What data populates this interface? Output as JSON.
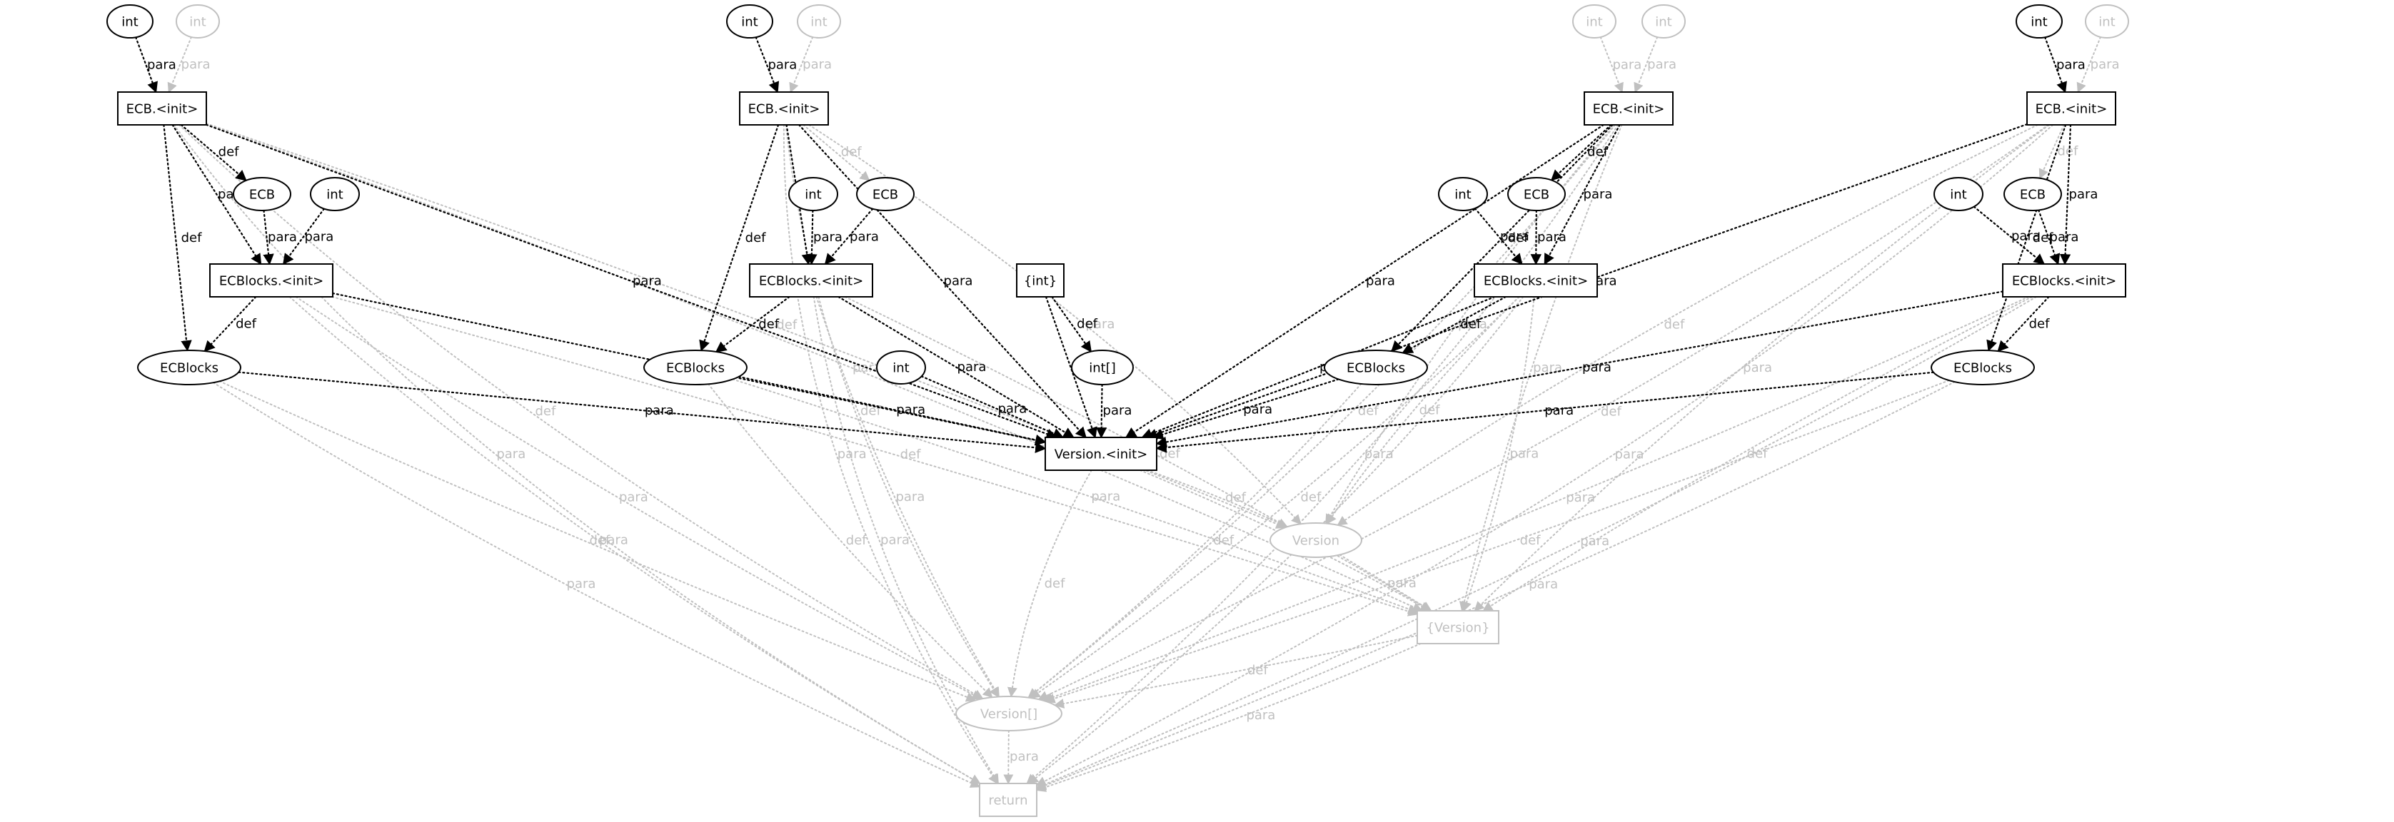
{
  "colors": {
    "active": "#000000",
    "faded": "#c0c0c0"
  },
  "nodes": [
    {
      "id": "n_int_a1",
      "label": "int",
      "shape": "ellipse",
      "faded": false
    },
    {
      "id": "n_int_a2",
      "label": "int",
      "shape": "ellipse",
      "faded": true
    },
    {
      "id": "n_int_b1",
      "label": "int",
      "shape": "ellipse",
      "faded": false
    },
    {
      "id": "n_int_b2",
      "label": "int",
      "shape": "ellipse",
      "faded": true
    },
    {
      "id": "n_int_c1",
      "label": "int",
      "shape": "ellipse",
      "faded": true
    },
    {
      "id": "n_int_c2",
      "label": "int",
      "shape": "ellipse",
      "faded": true
    },
    {
      "id": "n_int_d1",
      "label": "int",
      "shape": "ellipse",
      "faded": false
    },
    {
      "id": "n_int_d2",
      "label": "int",
      "shape": "ellipse",
      "faded": true
    },
    {
      "id": "n_ecbinit_a",
      "label": "ECB.<init>",
      "shape": "box",
      "faded": false
    },
    {
      "id": "n_ecbinit_b",
      "label": "ECB.<init>",
      "shape": "box",
      "faded": false
    },
    {
      "id": "n_ecbinit_c",
      "label": "ECB.<init>",
      "shape": "box",
      "faded": false
    },
    {
      "id": "n_ecbinit_d",
      "label": "ECB.<init>",
      "shape": "box",
      "faded": false
    },
    {
      "id": "n_ecb_a",
      "label": "ECB",
      "shape": "ellipse",
      "faded": false
    },
    {
      "id": "n_int_a3",
      "label": "int",
      "shape": "ellipse",
      "faded": false
    },
    {
      "id": "n_int_b3",
      "label": "int",
      "shape": "ellipse",
      "faded": false
    },
    {
      "id": "n_ecb_b",
      "label": "ECB",
      "shape": "ellipse",
      "faded": false
    },
    {
      "id": "n_int_c3",
      "label": "int",
      "shape": "ellipse",
      "faded": false
    },
    {
      "id": "n_ecb_c",
      "label": "ECB",
      "shape": "ellipse",
      "faded": false
    },
    {
      "id": "n_int_d3",
      "label": "int",
      "shape": "ellipse",
      "faded": false
    },
    {
      "id": "n_ecb_d",
      "label": "ECB",
      "shape": "ellipse",
      "faded": false
    },
    {
      "id": "n_ecbblinit_a",
      "label": "ECBlocks.<init>",
      "shape": "box",
      "faded": false
    },
    {
      "id": "n_ecbblinit_b",
      "label": "ECBlocks.<init>",
      "shape": "box",
      "faded": false
    },
    {
      "id": "n_intset",
      "label": "{int}",
      "shape": "box",
      "faded": false
    },
    {
      "id": "n_ecbblinit_c",
      "label": "ECBlocks.<init>",
      "shape": "box",
      "faded": false
    },
    {
      "id": "n_ecbblinit_d",
      "label": "ECBlocks.<init>",
      "shape": "box",
      "faded": false
    },
    {
      "id": "n_ecbl_a",
      "label": "ECBlocks",
      "shape": "ellipse",
      "faded": false
    },
    {
      "id": "n_ecbl_b",
      "label": "ECBlocks",
      "shape": "ellipse",
      "faded": false
    },
    {
      "id": "n_int_e",
      "label": "int",
      "shape": "ellipse",
      "faded": false
    },
    {
      "id": "n_intarr",
      "label": "int[]",
      "shape": "ellipse",
      "faded": false
    },
    {
      "id": "n_ecbl_c",
      "label": "ECBlocks",
      "shape": "ellipse",
      "faded": false
    },
    {
      "id": "n_ecbl_d",
      "label": "ECBlocks",
      "shape": "ellipse",
      "faded": false
    },
    {
      "id": "n_versioninit",
      "label": "Version.<init>",
      "shape": "box",
      "faded": false
    },
    {
      "id": "n_version",
      "label": "Version",
      "shape": "ellipse",
      "faded": true
    },
    {
      "id": "n_versionset",
      "label": "{Version}",
      "shape": "box",
      "faded": true
    },
    {
      "id": "n_versionarr",
      "label": "Version[]",
      "shape": "ellipse",
      "faded": true
    },
    {
      "id": "n_return",
      "label": "return",
      "shape": "box",
      "faded": true
    }
  ],
  "edges": [
    {
      "from": "n_int_a1",
      "to": "n_ecbinit_a",
      "label": "para",
      "faded": false
    },
    {
      "from": "n_int_a2",
      "to": "n_ecbinit_a",
      "label": "para",
      "faded": true
    },
    {
      "from": "n_ecbinit_a",
      "to": "n_ecb_a",
      "label": "def",
      "faded": false
    },
    {
      "from": "n_ecbinit_a",
      "to": "n_ecbblinit_a",
      "label": "para",
      "faded": false
    },
    {
      "from": "n_ecbinit_a",
      "to": "n_ecbl_a",
      "label": "def",
      "faded": false
    },
    {
      "from": "n_ecbinit_a",
      "to": "n_versioninit",
      "label": "para",
      "faded": false
    },
    {
      "from": "n_ecb_a",
      "to": "n_ecbblinit_a",
      "label": "para",
      "faded": false
    },
    {
      "from": "n_int_a3",
      "to": "n_ecbblinit_a",
      "label": "para",
      "faded": false
    },
    {
      "from": "n_ecbblinit_a",
      "to": "n_ecbl_a",
      "label": "def",
      "faded": false
    },
    {
      "from": "n_ecbblinit_a",
      "to": "n_versioninit",
      "label": "para",
      "faded": false
    },
    {
      "from": "n_ecbl_a",
      "to": "n_versioninit",
      "label": "para",
      "faded": false
    },
    {
      "from": "n_int_b1",
      "to": "n_ecbinit_b",
      "label": "para",
      "faded": false
    },
    {
      "from": "n_int_b2",
      "to": "n_ecbinit_b",
      "label": "para",
      "faded": true
    },
    {
      "from": "n_ecbinit_b",
      "to": "n_ecb_b",
      "label": "def",
      "faded": true
    },
    {
      "from": "n_ecbinit_b",
      "to": "n_ecbblinit_b",
      "label": "para",
      "faded": false
    },
    {
      "from": "n_ecbinit_b",
      "to": "n_ecbl_b",
      "label": "def",
      "faded": false
    },
    {
      "from": "n_ecbinit_b",
      "to": "n_versioninit",
      "label": "para",
      "faded": false
    },
    {
      "from": "n_int_b3",
      "to": "n_ecbblinit_b",
      "label": "para",
      "faded": false
    },
    {
      "from": "n_ecb_b",
      "to": "n_ecbblinit_b",
      "label": "para",
      "faded": false
    },
    {
      "from": "n_ecbblinit_b",
      "to": "n_ecbl_b",
      "label": "def",
      "faded": false
    },
    {
      "from": "n_ecbblinit_b",
      "to": "n_versioninit",
      "label": "para",
      "faded": false
    },
    {
      "from": "n_ecbl_b",
      "to": "n_versioninit",
      "label": "para",
      "faded": false
    },
    {
      "from": "n_intset",
      "to": "n_intarr",
      "label": "def",
      "faded": false
    },
    {
      "from": "n_intset",
      "to": "n_versioninit",
      "label": "para",
      "faded": false
    },
    {
      "from": "n_intarr",
      "to": "n_versioninit",
      "label": "para",
      "faded": false
    },
    {
      "from": "n_int_e",
      "to": "n_versioninit",
      "label": "para",
      "faded": false
    },
    {
      "from": "n_int_c1",
      "to": "n_ecbinit_c",
      "label": "para",
      "faded": true
    },
    {
      "from": "n_int_c2",
      "to": "n_ecbinit_c",
      "label": "para",
      "faded": true
    },
    {
      "from": "n_ecbinit_c",
      "to": "n_ecb_c",
      "label": "def",
      "faded": false
    },
    {
      "from": "n_ecbinit_c",
      "to": "n_ecbblinit_c",
      "label": "para",
      "faded": false
    },
    {
      "from": "n_ecbinit_c",
      "to": "n_ecbl_c",
      "label": "def",
      "faded": false
    },
    {
      "from": "n_ecbinit_c",
      "to": "n_versioninit",
      "label": "para",
      "faded": false
    },
    {
      "from": "n_int_c3",
      "to": "n_ecbblinit_c",
      "label": "para",
      "faded": false
    },
    {
      "from": "n_ecb_c",
      "to": "n_ecbblinit_c",
      "label": "para",
      "faded": false
    },
    {
      "from": "n_ecbblinit_c",
      "to": "n_ecbl_c",
      "label": "def",
      "faded": false
    },
    {
      "from": "n_ecbblinit_c",
      "to": "n_versioninit",
      "label": "para",
      "faded": false
    },
    {
      "from": "n_ecbl_c",
      "to": "n_versioninit",
      "label": "para",
      "faded": false
    },
    {
      "from": "n_int_d1",
      "to": "n_ecbinit_d",
      "label": "para",
      "faded": false
    },
    {
      "from": "n_int_d2",
      "to": "n_ecbinit_d",
      "label": "para",
      "faded": true
    },
    {
      "from": "n_ecbinit_d",
      "to": "n_ecb_d",
      "label": "def",
      "faded": true
    },
    {
      "from": "n_ecbinit_d",
      "to": "n_ecbblinit_d",
      "label": "para",
      "faded": false
    },
    {
      "from": "n_ecbinit_d",
      "to": "n_ecbl_d",
      "label": "def",
      "faded": false
    },
    {
      "from": "n_ecbinit_d",
      "to": "n_versioninit",
      "label": "para",
      "faded": false
    },
    {
      "from": "n_int_d3",
      "to": "n_ecbblinit_d",
      "label": "para",
      "faded": false
    },
    {
      "from": "n_ecb_d",
      "to": "n_ecbblinit_d",
      "label": "para",
      "faded": false
    },
    {
      "from": "n_ecbblinit_d",
      "to": "n_ecbl_d",
      "label": "def",
      "faded": false
    },
    {
      "from": "n_ecbblinit_d",
      "to": "n_versioninit",
      "label": "para",
      "faded": false
    },
    {
      "from": "n_ecbl_d",
      "to": "n_versioninit",
      "label": "para",
      "faded": false
    },
    {
      "from": "n_versioninit",
      "to": "n_version",
      "label": "def",
      "faded": true
    },
    {
      "from": "n_versioninit",
      "to": "n_versionarr",
      "label": "def",
      "faded": true
    },
    {
      "from": "n_versioninit",
      "to": "n_versionset",
      "label": "para",
      "faded": true
    },
    {
      "from": "n_version",
      "to": "n_versionset",
      "label": "para",
      "faded": true
    },
    {
      "from": "n_versionset",
      "to": "n_versionarr",
      "label": "def",
      "faded": true
    },
    {
      "from": "n_versionset",
      "to": "n_return",
      "label": "para",
      "faded": true
    },
    {
      "from": "n_versionarr",
      "to": "n_return",
      "label": "para",
      "faded": true
    },
    {
      "from": "n_ecbinit_a",
      "to": "n_version",
      "label": "def",
      "faded": true
    },
    {
      "from": "n_ecbinit_a",
      "to": "n_versionset",
      "label": "para",
      "faded": true
    },
    {
      "from": "n_ecbinit_a",
      "to": "n_return",
      "label": "para",
      "faded": true
    },
    {
      "from": "n_ecbinit_a",
      "to": "n_versionarr",
      "label": "def",
      "faded": true
    },
    {
      "from": "n_ecbblinit_a",
      "to": "n_versionarr",
      "label": "para",
      "faded": true
    },
    {
      "from": "n_ecbblinit_a",
      "to": "n_return",
      "label": "para",
      "faded": true
    },
    {
      "from": "n_ecbblinit_a",
      "to": "n_versionset",
      "label": "def",
      "faded": true
    },
    {
      "from": "n_ecbl_a",
      "to": "n_return",
      "label": "para",
      "faded": true
    },
    {
      "from": "n_ecbl_a",
      "to": "n_versionarr",
      "label": "def",
      "faded": true
    },
    {
      "from": "n_ecbinit_b",
      "to": "n_return",
      "label": "para",
      "faded": true
    },
    {
      "from": "n_ecbinit_b",
      "to": "n_version",
      "label": "para",
      "faded": true
    },
    {
      "from": "n_ecbinit_b",
      "to": "n_versionarr",
      "label": "def",
      "faded": true
    },
    {
      "from": "n_ecbblinit_b",
      "to": "n_versionarr",
      "label": "para",
      "faded": true
    },
    {
      "from": "n_ecbblinit_b",
      "to": "n_versionset",
      "label": "def",
      "faded": true
    },
    {
      "from": "n_ecbblinit_b",
      "to": "n_return",
      "label": "para",
      "faded": true
    },
    {
      "from": "n_ecbl_b",
      "to": "n_versionarr",
      "label": "def",
      "faded": true
    },
    {
      "from": "n_ecbl_b",
      "to": "n_versionset",
      "label": "para",
      "faded": true
    },
    {
      "from": "n_ecbinit_c",
      "to": "n_version",
      "label": "para",
      "faded": true
    },
    {
      "from": "n_ecbinit_c",
      "to": "n_versionset",
      "label": "para",
      "faded": true
    },
    {
      "from": "n_ecbinit_c",
      "to": "n_return",
      "label": "para",
      "faded": true
    },
    {
      "from": "n_ecbinit_c",
      "to": "n_versionarr",
      "label": "def",
      "faded": true
    },
    {
      "from": "n_ecbblinit_c",
      "to": "n_version",
      "label": "def",
      "faded": true
    },
    {
      "from": "n_ecbblinit_c",
      "to": "n_versionset",
      "label": "para",
      "faded": true
    },
    {
      "from": "n_ecbblinit_c",
      "to": "n_versionarr",
      "label": "def",
      "faded": true
    },
    {
      "from": "n_ecbblinit_c",
      "to": "n_return",
      "label": "para",
      "faded": true
    },
    {
      "from": "n_ecbl_c",
      "to": "n_versionarr",
      "label": "def",
      "faded": true
    },
    {
      "from": "n_ecbinit_d",
      "to": "n_version",
      "label": "def",
      "faded": true
    },
    {
      "from": "n_ecbinit_d",
      "to": "n_versionset",
      "label": "para",
      "faded": true
    },
    {
      "from": "n_ecbinit_d",
      "to": "n_return",
      "label": "para",
      "faded": true
    },
    {
      "from": "n_ecbinit_d",
      "to": "n_versionarr",
      "label": "def",
      "faded": true
    },
    {
      "from": "n_ecbblinit_d",
      "to": "n_versionarr",
      "label": "para",
      "faded": true
    },
    {
      "from": "n_ecbblinit_d",
      "to": "n_versionset",
      "label": "def",
      "faded": true
    },
    {
      "from": "n_ecbblinit_d",
      "to": "n_return",
      "label": "para",
      "faded": true
    },
    {
      "from": "n_ecbl_d",
      "to": "n_versionarr",
      "label": "def",
      "faded": true
    },
    {
      "from": "n_ecbl_d",
      "to": "n_return",
      "label": "para",
      "faded": true
    }
  ]
}
